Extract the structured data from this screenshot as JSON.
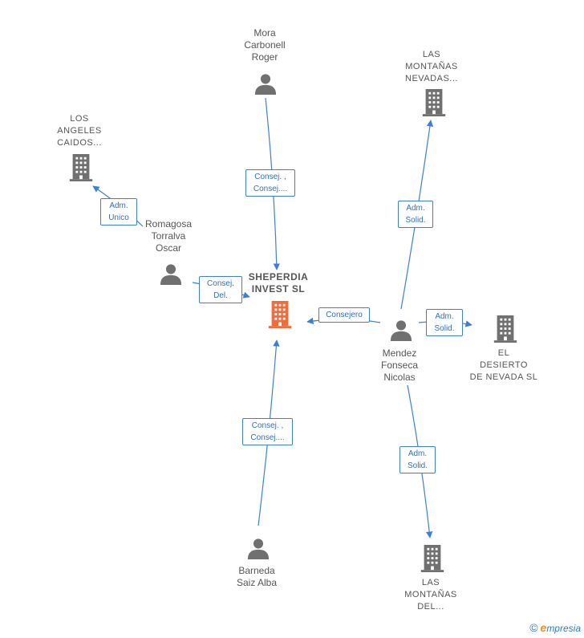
{
  "nodes": {
    "sheperdia": {
      "lines": [
        "SHEPERDIA",
        "INVEST  SL"
      ],
      "color": "#f26b3a"
    },
    "mora": {
      "lines": [
        "Mora",
        "Carbonell",
        "Roger"
      ]
    },
    "los_angeles": {
      "lines": [
        "LOS",
        "ANGELES",
        "CAIDOS..."
      ]
    },
    "romagosa": {
      "lines": [
        "Romagosa",
        "Torralva",
        "Oscar"
      ]
    },
    "montanas_nevadas": {
      "lines": [
        "LAS",
        "MONTAÑAS",
        "NEVADAS..."
      ]
    },
    "mendez": {
      "lines": [
        "Mendez",
        "Fonseca",
        "Nicolas"
      ]
    },
    "desierto": {
      "lines": [
        "EL",
        "DESIERTO",
        "DE NEVADA  SL"
      ]
    },
    "barneda": {
      "lines": [
        "Barneda",
        "Saiz Alba"
      ]
    },
    "montanas_del": {
      "lines": [
        "LAS",
        "MONTAÑAS",
        "DEL..."
      ]
    }
  },
  "edges": {
    "mora_sheperdia": [
      "Consej. ,",
      "Consej...."
    ],
    "romagosa_losangeles": [
      "Adm.",
      "Unico"
    ],
    "romagosa_sheperdia": [
      "Consej.",
      "Del."
    ],
    "mendez_montanas_nevadas": [
      "Adm.",
      "Solid."
    ],
    "mendez_sheperdia": [
      "Consejero"
    ],
    "mendez_desierto": [
      "Adm.",
      "Solid."
    ],
    "barneda_sheperdia": [
      "Consej. ,",
      "Consej...."
    ],
    "mendez_montanas_del": [
      "Adm.",
      "Solid."
    ]
  },
  "colors": {
    "edge": "#3d7fd6",
    "icon": "#707070",
    "main": "#f26b3a"
  },
  "watermark": {
    "symbol": "©",
    "brand_first": "e",
    "brand_rest": "mpresia"
  }
}
